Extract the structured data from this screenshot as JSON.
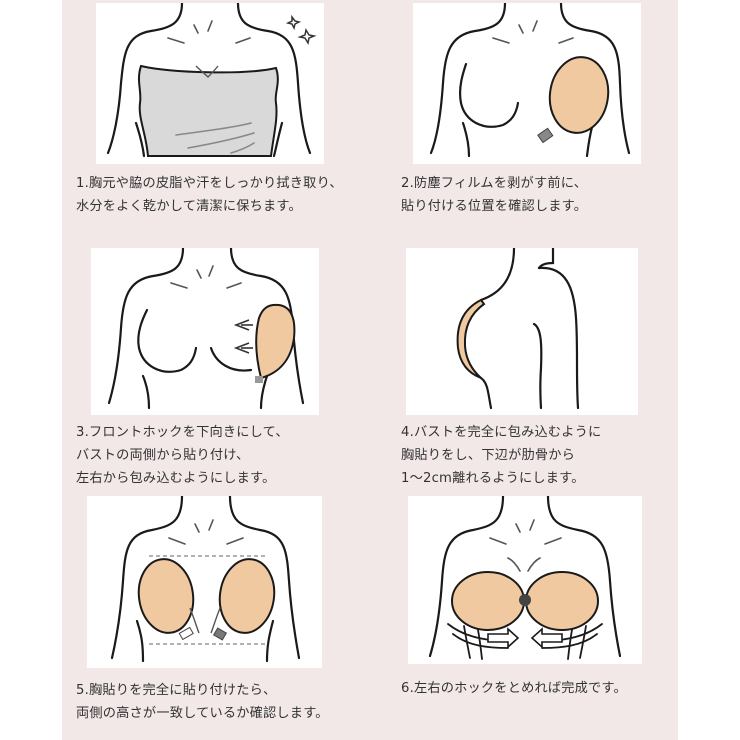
{
  "colors": {
    "background": "#f2e8e8",
    "panel": "#ffffff",
    "line": "#1a1a1a",
    "pad_fill": "#f0c9a0",
    "garment_fill": "#d9d9d9",
    "text": "#333333"
  },
  "steps": [
    {
      "number": "1",
      "illustration": "strapless-top-with-sparkles",
      "lines": [
        "1.胸元や脇の皮脂や汗をしっかり拭き取り、",
        "水分をよく乾かして清潔に保ちます。"
      ]
    },
    {
      "number": "2",
      "illustration": "pad-held-at-chest",
      "lines": [
        "2.防塵フィルムを剥がす前に、",
        "貼り付ける位置を確認します。"
      ]
    },
    {
      "number": "3",
      "illustration": "pad-applied-from-side-with-arrows",
      "lines": [
        "3.フロントホックを下向きにして、",
        "バストの両側から貼り付け、",
        "左右から包み込むようにします。"
      ]
    },
    {
      "number": "4",
      "illustration": "side-view-pad",
      "lines": [
        "4.バストを完全に包み込むように",
        "胸貼りをし、下辺が肋骨から",
        "1〜2cm離れるようにします。"
      ]
    },
    {
      "number": "5",
      "illustration": "both-pads-level-check",
      "lines": [
        "5.胸貼りを完全に貼り付けたら、",
        "両側の高さが一致しているか確認します。"
      ]
    },
    {
      "number": "6",
      "illustration": "hooks-fastened-with-arrows",
      "lines": [
        "6.左右のホックをとめれば完成です。"
      ]
    }
  ]
}
